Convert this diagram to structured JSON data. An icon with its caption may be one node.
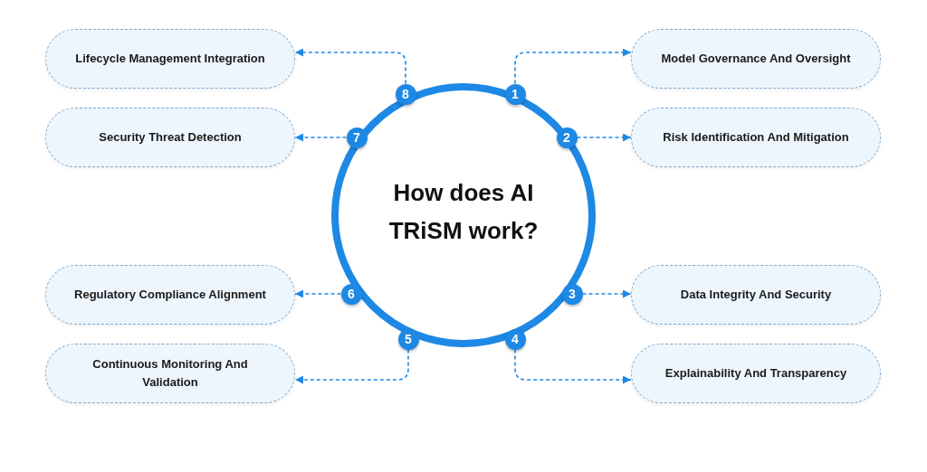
{
  "diagram": {
    "nodes": [
      {
        "text": [
          "How does AI TRiSM work?"
        ]
      },
      {
        "text": [
          "1"
        ]
      },
      {
        "text": [
          "2"
        ]
      },
      {
        "text": [
          "3"
        ]
      },
      {
        "text": [
          "4"
        ]
      },
      {
        "text": [
          "5"
        ]
      },
      {
        "text": [
          "6"
        ]
      },
      {
        "text": [
          "7"
        ]
      },
      {
        "text": [
          "8"
        ]
      },
      {
        "text": [
          "Model Governance And Oversight"
        ]
      },
      {
        "text": [
          "Risk Identification And Mitigation"
        ]
      },
      {
        "text": [
          "Data Integrity And Security"
        ]
      },
      {
        "text": [
          "Explainability And Transparency"
        ]
      },
      {
        "text": [
          "Continuous Monitoring And Validation"
        ]
      },
      {
        "text": [
          "Regulatory Compliance Alignment"
        ]
      },
      {
        "text": [
          "Security Threat Detection"
        ]
      },
      {
        "text": [
          "Lifecycle Management Integration"
        ]
      }
    ],
    "edges": [
      {
        "from": 1,
        "to": 9,
        "arrow": "to",
        "style": "dashed"
      },
      {
        "from": 2,
        "to": 10,
        "arrow": "to",
        "style": "dashed"
      },
      {
        "from": 3,
        "to": 11,
        "arrow": "to",
        "style": "dashed"
      },
      {
        "from": 4,
        "to": 12,
        "arrow": "to",
        "style": "dashed"
      },
      {
        "from": 5,
        "to": 13,
        "arrow": "to",
        "style": "dashed"
      },
      {
        "from": 6,
        "to": 14,
        "arrow": "to",
        "style": "dashed"
      },
      {
        "from": 7,
        "to": 15,
        "arrow": "to",
        "style": "dashed"
      },
      {
        "from": 8,
        "to": 16,
        "arrow": "to",
        "style": "dashed"
      }
    ]
  }
}
